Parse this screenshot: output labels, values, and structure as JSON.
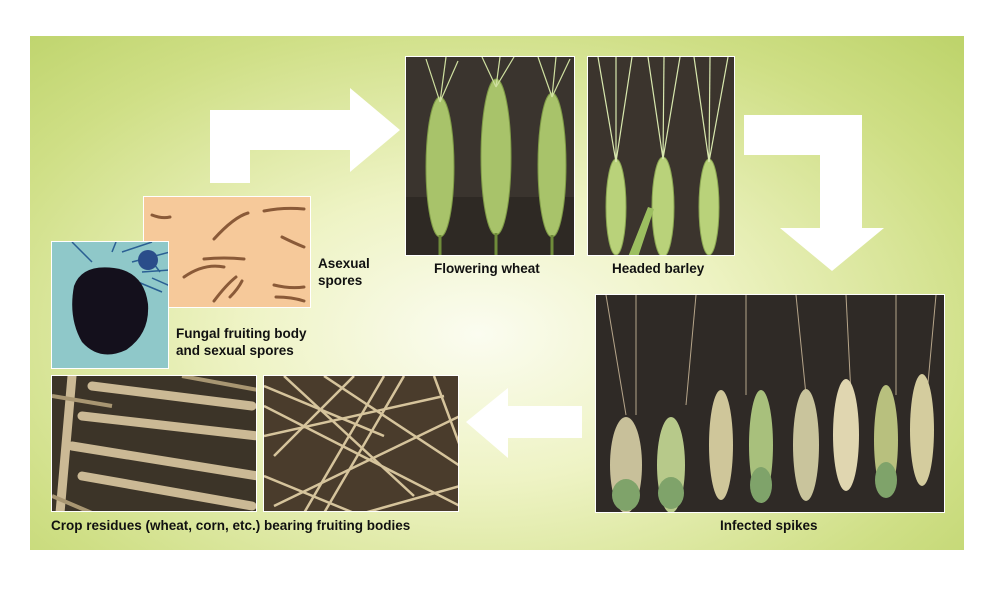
{
  "labels": {
    "flowering_wheat": "Flowering wheat",
    "headed_barley": "Headed barley",
    "asexual_spores_line1": "Asexual",
    "asexual_spores_line2": "spores",
    "fruiting_body_line1": "Fungal fruiting body",
    "fruiting_body_line2": "and sexual spores",
    "crop_residues": "Crop residues (wheat, corn, etc.) bearing fruiting bodies",
    "infected_spikes": "Infected spikes"
  },
  "colors": {
    "panel_background": "#cfdf86",
    "arrow": "#ffffff"
  },
  "icons": [
    "arrow-right-icon",
    "arrow-down-icon",
    "arrow-left-icon"
  ]
}
